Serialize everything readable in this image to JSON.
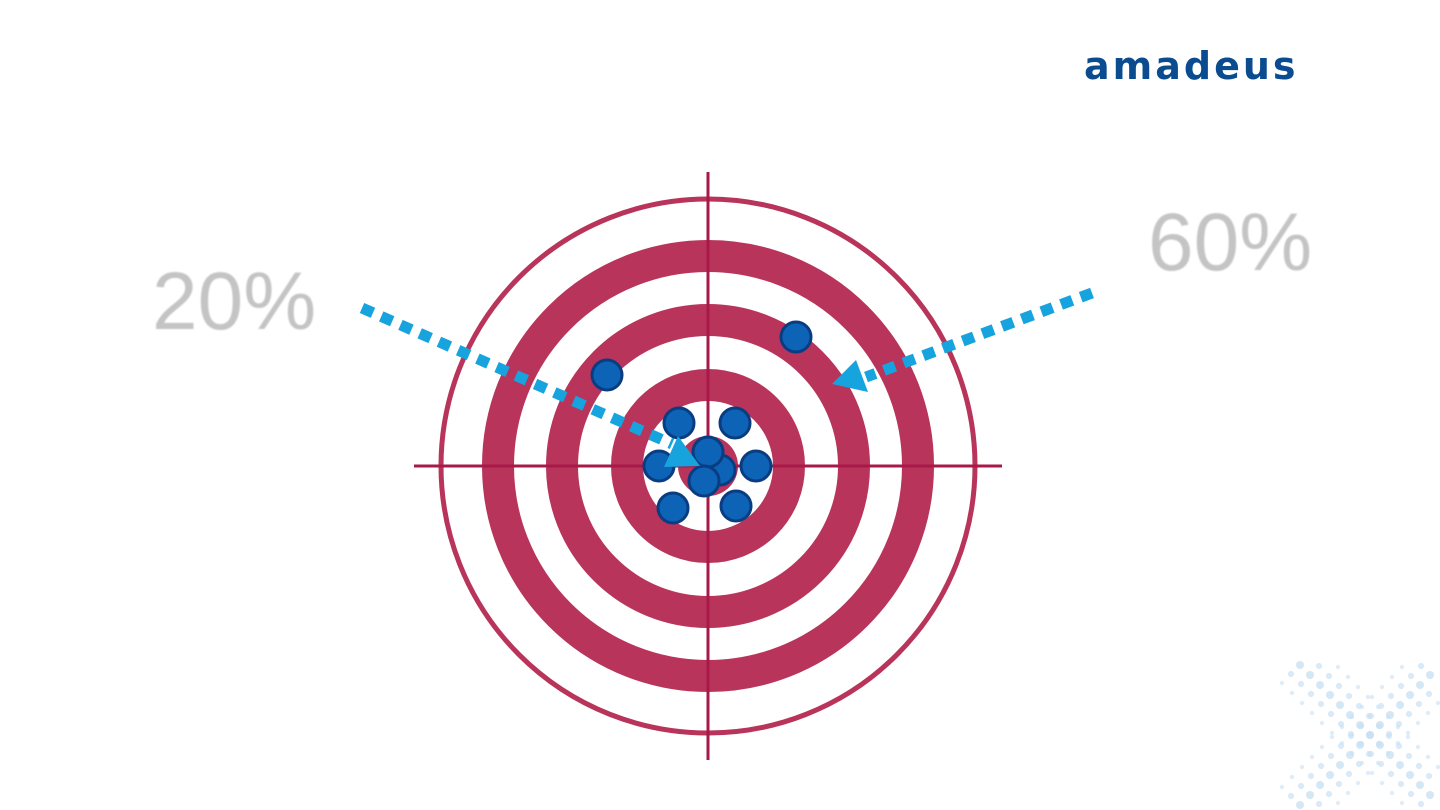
{
  "brand": {
    "logo_text": "amadeus",
    "color": "#0b4b8f"
  },
  "labels": {
    "left_percent": "20%",
    "right_percent": "60%"
  },
  "colors": {
    "target_ring": "#b8345b",
    "crosshair": "#a8194a",
    "shot_fill": "#0d63b5",
    "shot_outline": "#0a3c82",
    "arrow": "#17a3dd",
    "pattern_dots": "#c6dff2"
  }
}
